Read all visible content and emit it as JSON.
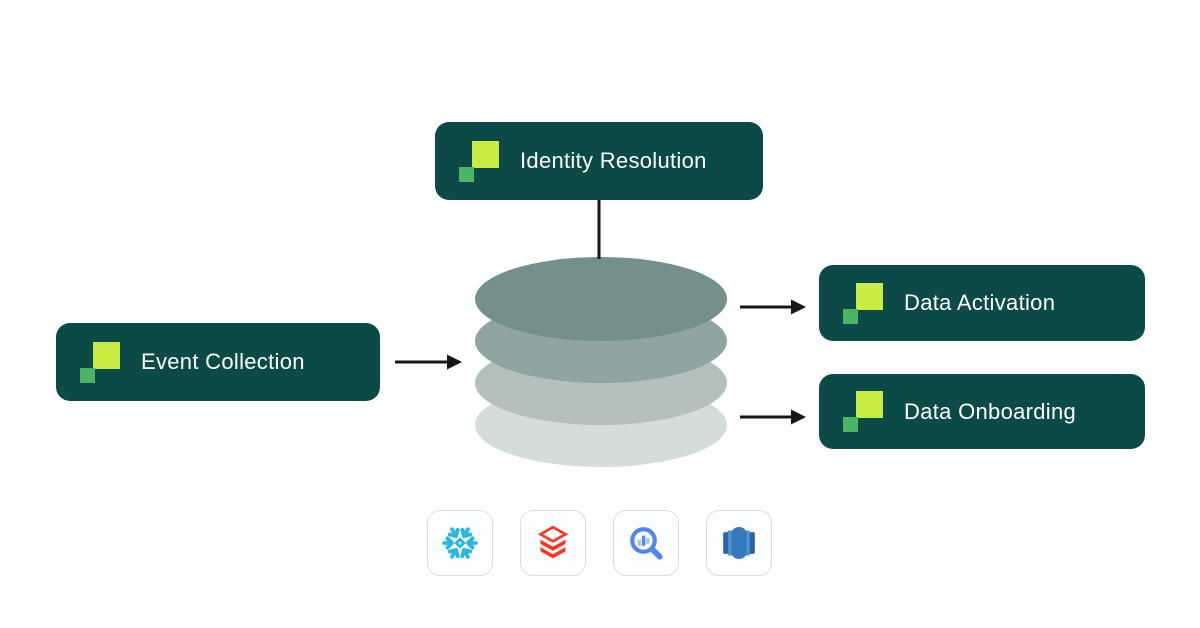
{
  "nodes": {
    "identity_resolution": {
      "label": "Identity Resolution"
    },
    "event_collection": {
      "label": "Event Collection"
    },
    "data_activation": {
      "label": "Data Activation"
    },
    "data_onboarding": {
      "label": "Data Onboarding"
    }
  },
  "icons": {
    "node_logo": "dual-green-squares-logo",
    "warehouse_tiles": [
      "snowflake-icon",
      "databricks-icon",
      "bigquery-icon",
      "redshift-icon"
    ]
  },
  "warehouse_stack": {
    "layers": 4,
    "layer_colors_top_to_bottom": [
      "#74908c",
      "#90a4a2",
      "#b3c0be",
      "#d4dddc"
    ]
  },
  "colors": {
    "node-bg": "#0b4a47",
    "node-text": "#ffffff",
    "logo-lime": "#c7ec43",
    "logo-green": "#4bb565",
    "arrow": "#161616",
    "layer-1": "#74908c",
    "layer-2": "#90a4a2",
    "layer-3": "#b3c0be",
    "layer-4": "#d4dddc",
    "tile-border": "#d6dee8",
    "snowflake-blue": "#29b5e8",
    "databricks-red": "#ff3621",
    "bigquery-blue": "#4f87ee",
    "bigquery-light": "#9dc2f9",
    "redshift-blue": "#3579bd"
  }
}
